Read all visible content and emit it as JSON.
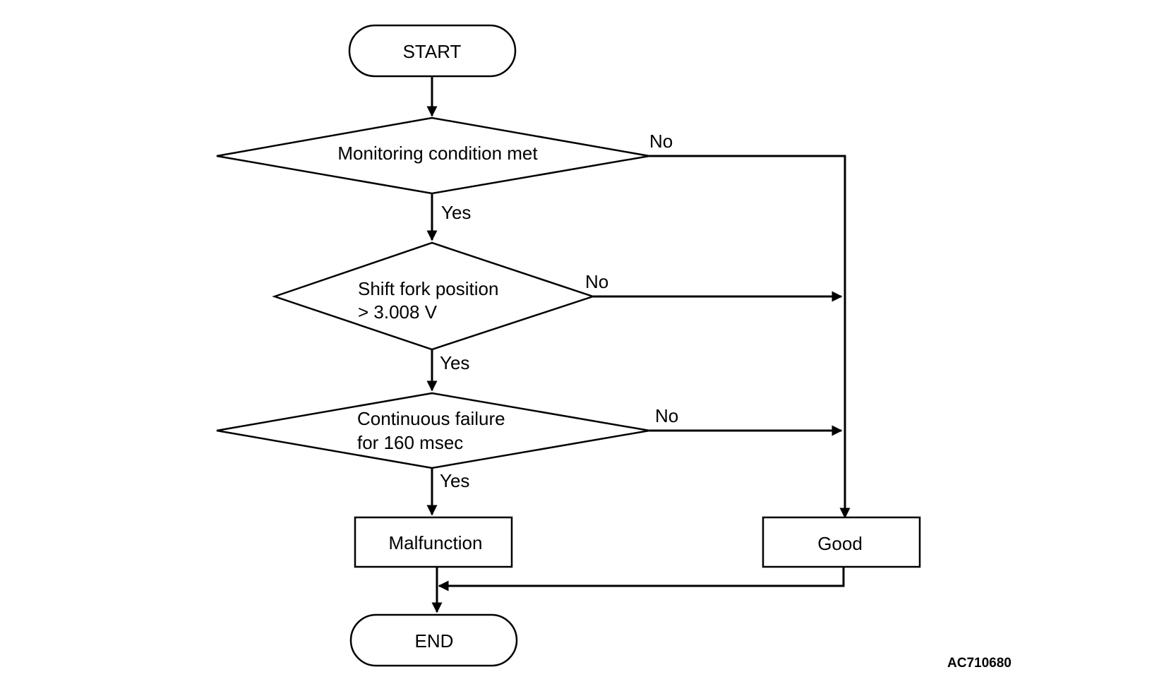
{
  "nodes": {
    "start": "START",
    "decision_monitoring": "Monitoring condition met",
    "decision_shift_fork_line1": "Shift fork position",
    "decision_shift_fork_line2": "> 3.008 V",
    "decision_continuous_line1": "Continuous failure",
    "decision_continuous_line2": "for 160 msec",
    "malfunction": "Malfunction",
    "good": "Good",
    "end": "END"
  },
  "edge_labels": {
    "yes": "Yes",
    "no": "No"
  },
  "figure_code": "AC710680"
}
